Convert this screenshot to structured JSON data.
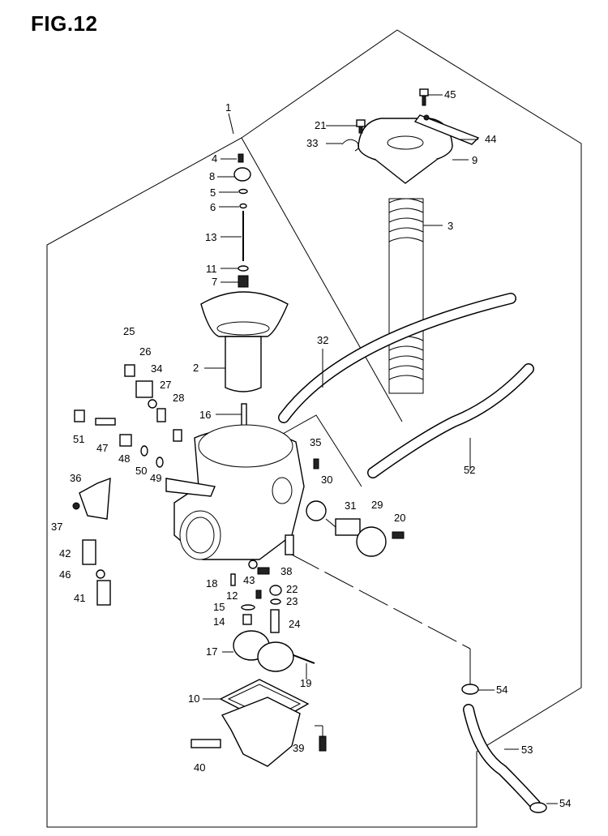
{
  "figure": {
    "title": "FIG.12"
  },
  "callouts": [
    {
      "id": "c1",
      "text": "1"
    },
    {
      "id": "c2",
      "text": "2"
    },
    {
      "id": "c3",
      "text": "3"
    },
    {
      "id": "c4",
      "text": "4"
    },
    {
      "id": "c5",
      "text": "5"
    },
    {
      "id": "c6",
      "text": "6"
    },
    {
      "id": "c7",
      "text": "7"
    },
    {
      "id": "c8",
      "text": "8"
    },
    {
      "id": "c9",
      "text": "9"
    },
    {
      "id": "c10",
      "text": "10"
    },
    {
      "id": "c11",
      "text": "11"
    },
    {
      "id": "c12",
      "text": "12"
    },
    {
      "id": "c13",
      "text": "13"
    },
    {
      "id": "c14",
      "text": "14"
    },
    {
      "id": "c15",
      "text": "15"
    },
    {
      "id": "c16",
      "text": "16"
    },
    {
      "id": "c17",
      "text": "17"
    },
    {
      "id": "c18",
      "text": "18"
    },
    {
      "id": "c19",
      "text": "19"
    },
    {
      "id": "c20",
      "text": "20"
    },
    {
      "id": "c21",
      "text": "21"
    },
    {
      "id": "c22",
      "text": "22"
    },
    {
      "id": "c23",
      "text": "23"
    },
    {
      "id": "c24",
      "text": "24"
    },
    {
      "id": "c25",
      "text": "25"
    },
    {
      "id": "c26",
      "text": "26"
    },
    {
      "id": "c27",
      "text": "27"
    },
    {
      "id": "c28",
      "text": "28"
    },
    {
      "id": "c29",
      "text": "29"
    },
    {
      "id": "c30",
      "text": "30"
    },
    {
      "id": "c31",
      "text": "31"
    },
    {
      "id": "c32",
      "text": "32"
    },
    {
      "id": "c33",
      "text": "33"
    },
    {
      "id": "c34",
      "text": "34"
    },
    {
      "id": "c35",
      "text": "35"
    },
    {
      "id": "c36",
      "text": "36"
    },
    {
      "id": "c37",
      "text": "37"
    },
    {
      "id": "c38",
      "text": "38"
    },
    {
      "id": "c39",
      "text": "39"
    },
    {
      "id": "c40",
      "text": "40"
    },
    {
      "id": "c41",
      "text": "41"
    },
    {
      "id": "c42",
      "text": "42"
    },
    {
      "id": "c43",
      "text": "43"
    },
    {
      "id": "c44",
      "text": "44"
    },
    {
      "id": "c45",
      "text": "45"
    },
    {
      "id": "c46",
      "text": "46"
    },
    {
      "id": "c47",
      "text": "47"
    },
    {
      "id": "c48",
      "text": "48"
    },
    {
      "id": "c49",
      "text": "49"
    },
    {
      "id": "c50",
      "text": "50"
    },
    {
      "id": "c51",
      "text": "51"
    },
    {
      "id": "c52",
      "text": "52"
    },
    {
      "id": "c53",
      "text": "53"
    },
    {
      "id": "c54a",
      "text": "54"
    },
    {
      "id": "c54b",
      "text": "54"
    }
  ]
}
